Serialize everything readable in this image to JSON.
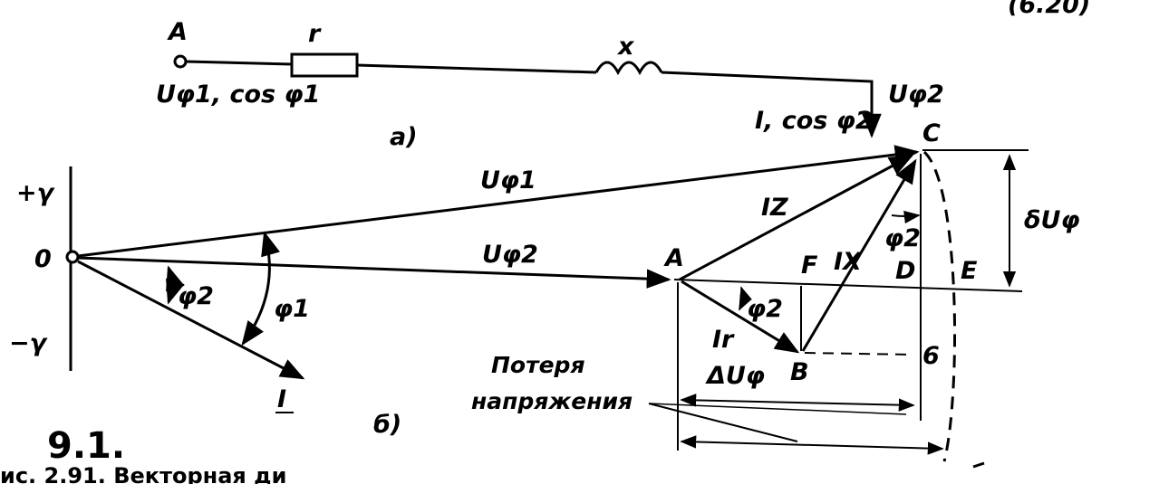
{
  "circuit": {
    "node_a": "A",
    "resistor": "r",
    "reactance": "x",
    "source_voltage": "Uφ1, cos φ1",
    "load_voltage": "Uφ2",
    "load_current": "I, cos φ2",
    "sublabel": "a)",
    "top_right_fragment": "(6.20)"
  },
  "phasor": {
    "axis_plus": "+γ",
    "axis_minus": "−γ",
    "origin": "0",
    "u_phi1": "Uφ1",
    "u_phi2": "Uφ2",
    "current": "I",
    "phi2_left": "φ2",
    "phi1": "φ1",
    "point_a": "A",
    "point_b": "B",
    "point_c": "C",
    "point_d": "D",
    "point_e": "E",
    "point_f": "F",
    "iz": "IZ",
    "ix": "IX",
    "ir": "Ir",
    "phi2_at_a": "φ2",
    "phi2_at_c": "φ2",
    "delta_u_upper": "δUφ",
    "delta_u_lower": "ΔUφ",
    "loss_line1": "Потеря",
    "loss_line2": "напряжения",
    "point_6": "6",
    "sublabel": "б)"
  },
  "figure_number": "9.1.",
  "caption_fragment": "ис. 2.91. Векторная ди"
}
